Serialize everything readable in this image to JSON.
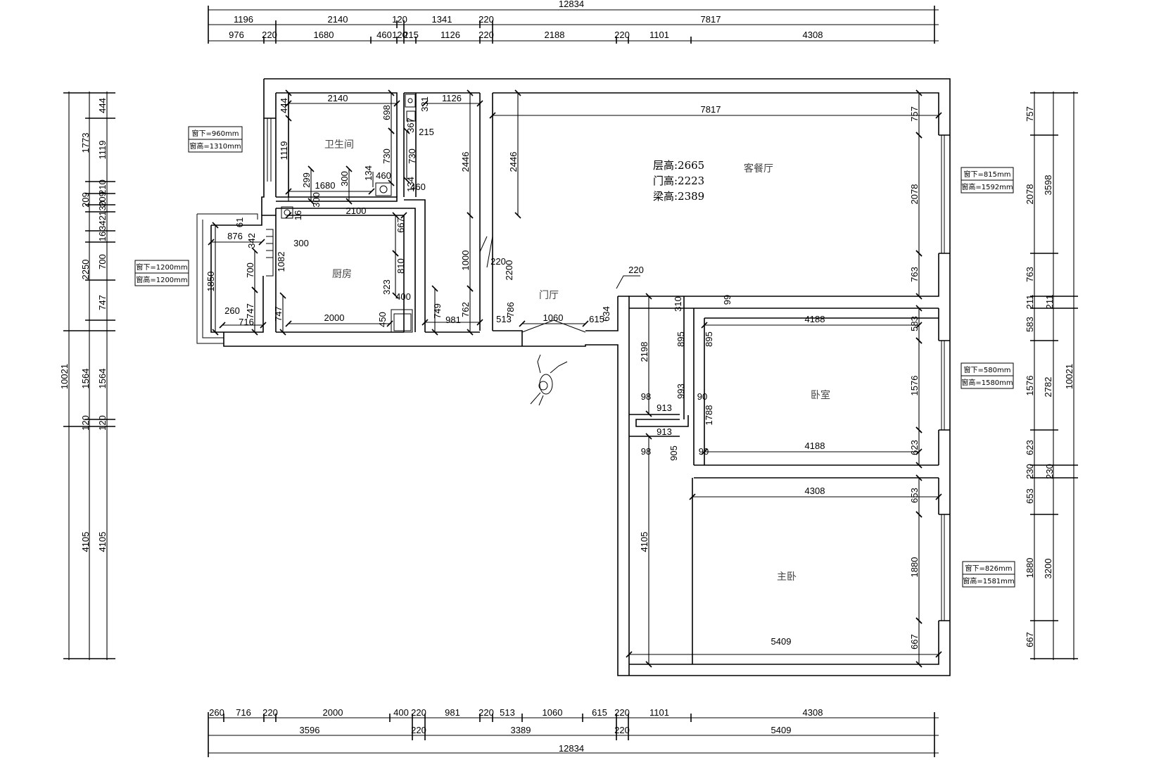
{
  "top_dims": {
    "overall": "12834",
    "row1": [
      "1196",
      "2140",
      "120",
      "1341",
      "220",
      "7817"
    ],
    "row2": [
      "976",
      "220",
      "1680",
      "460",
      "120",
      "215",
      "1126",
      "220",
      "2188",
      "220",
      "1101",
      "4308"
    ]
  },
  "bottom_dims": {
    "overall": "12834",
    "row1": [
      "260",
      "716",
      "220",
      "2000",
      "400",
      "220",
      "981",
      "220",
      "513",
      "1060",
      "615",
      "220",
      "1101",
      "4308"
    ],
    "row2": [
      "3596",
      "220",
      "3389",
      "220",
      "5409"
    ]
  },
  "left_dims": {
    "overall": "10021",
    "outer": [
      "1773",
      "209",
      "2250",
      "1564",
      "120",
      "4105"
    ],
    "inner": [
      "444",
      "1119",
      "210",
      "209",
      "130",
      "342",
      "16",
      "700",
      "747",
      "1564",
      "120",
      "4105"
    ]
  },
  "right_dims": {
    "overall": "10021",
    "outer": [
      "3598",
      "2782",
      "3200"
    ],
    "inner": [
      "757",
      "2078",
      "763",
      "211",
      "583",
      "1576",
      "623",
      "230",
      "653",
      "1880",
      "667"
    ],
    "extra": [
      "211",
      "230"
    ]
  },
  "rooms": {
    "bathroom": "卫生间",
    "kitchen": "厨房",
    "living": "客餐厅",
    "foyer": "门厅",
    "bedroom": "卧室",
    "master": "主卧"
  },
  "heights": {
    "floor": "层高:2665",
    "door": "门高:2223",
    "beam": "梁高:2389"
  },
  "windows": [
    {
      "below": "窗下=960mm",
      "height": "窗高=1310mm"
    },
    {
      "below": "窗下=1200mm",
      "height": "窗高=1200mm"
    },
    {
      "below": "窗下=815mm",
      "height": "窗高=1592mm"
    },
    {
      "below": "窗下=580mm",
      "height": "窗高=1580mm"
    },
    {
      "below": "窗下=826mm",
      "height": "窗高=1581mm"
    }
  ],
  "interior_dims": {
    "bath_w": "2140",
    "bath_444": "444",
    "bath_1119": "1119",
    "bath_698": "698",
    "bath_730": "730",
    "bath_299": "299",
    "bath_300": "300",
    "bath_134": "134",
    "bath_460": "460",
    "bath_1680": "1680",
    "bath_300b": "300",
    "bath_16": "16",
    "closet_331": "331",
    "closet_367": "367",
    "closet_215": "215",
    "closet_730": "730",
    "closet_134": "134",
    "closet_460": "460",
    "w1126": "1126",
    "h2446a": "2446",
    "h2446b": "2446",
    "liv_w": "7817",
    "liv_757": "757",
    "liv_2078": "2078",
    "liv_763": "763",
    "k_2100": "2100",
    "k_667": "667",
    "k_810": "810",
    "k_323": "323",
    "k_400": "400",
    "k_450": "450",
    "k_2000": "2000",
    "k_747": "747",
    "k_1082": "1082",
    "bal_876": "876",
    "bal_61": "61",
    "bal_342": "342",
    "bal_300": "300",
    "bal_700": "700",
    "bal_1850": "1850",
    "bal_747": "747",
    "bal_260": "260",
    "bal_716": "716",
    "c_1000": "1000",
    "c_749": "749",
    "c_762": "762",
    "c_981": "981",
    "f_2200": "2200",
    "f_513": "513",
    "f_786": "786",
    "f_1060": "1060",
    "f_615": "615",
    "f_634": "634",
    "f_220": "220",
    "w_310": "310",
    "w_99": "99",
    "w_2198": "2198",
    "w_895": "895",
    "w_895b": "895",
    "w_993": "993",
    "w_98": "98",
    "w_90": "90",
    "w_913": "913",
    "w_913b": "913",
    "w_1788": "1788",
    "w_98b": "98",
    "w_905": "905",
    "w_90b": "90",
    "b_4188": "4188",
    "b_583": "583",
    "b_1576": "1576",
    "b_4188b": "4188",
    "b_623": "623",
    "m_4308": "4308",
    "m_653": "653",
    "m_4105": "4105",
    "m_1880": "1880",
    "m_5409": "5409",
    "m_667": "667"
  }
}
